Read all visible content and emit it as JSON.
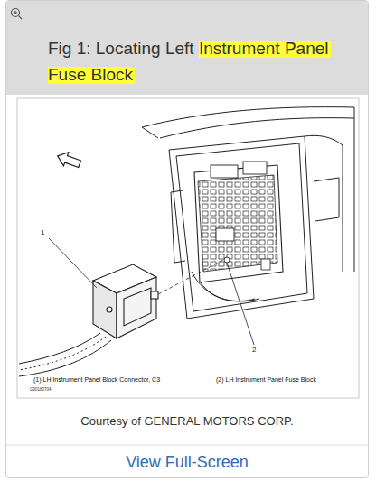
{
  "diagram": {
    "title": "Fig 1: Locating Left Instrument Panel Fuse Block",
    "caption": "Courtesy of GENERAL MOTORS CORP.",
    "labels": [
      "1",
      "2",
      "(1) LH Instrument Panel Block Connector, C3",
      "(2) LH Instrument Panel Fuse Block",
      "G00180704",
      "View Full-Screen"
    ]
  }
}
